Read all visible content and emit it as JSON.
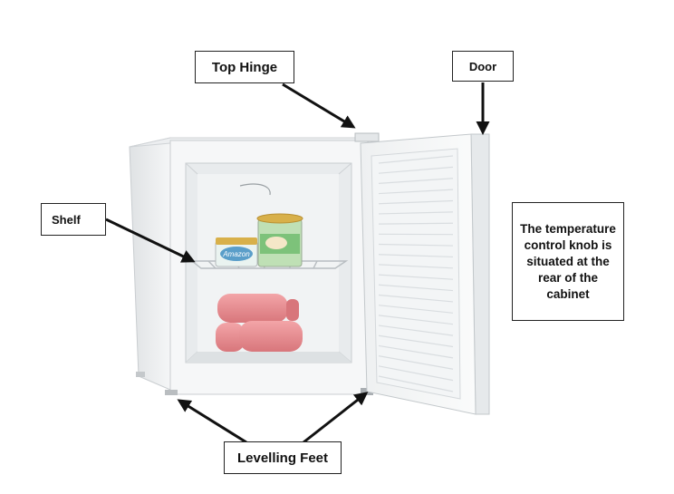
{
  "labels": {
    "top_hinge": "Top Hinge",
    "door": "Door",
    "shelf": "Shelf",
    "temperature_note": "The temperature control knob is situated at the rear of the cabinet",
    "levelling_feet": "Levelling Feet"
  },
  "product_text": {
    "ice_cream_brand": "Amazon"
  },
  "colors": {
    "cabinet": "#f4f5f6",
    "cabinet_shadow": "#d9dcde",
    "interior": "#e9ecee",
    "door_panel": "#f7f8f9",
    "door_ribs": "#dde0e2",
    "arrow": "#111111",
    "sausage_pink": "#e88a8e",
    "tub_green": "#7dc27a",
    "tub_lid": "#d8b04a"
  },
  "icons": [
    "arrow-top-hinge",
    "arrow-door",
    "arrow-shelf",
    "arrow-feet-left",
    "arrow-feet-right"
  ]
}
